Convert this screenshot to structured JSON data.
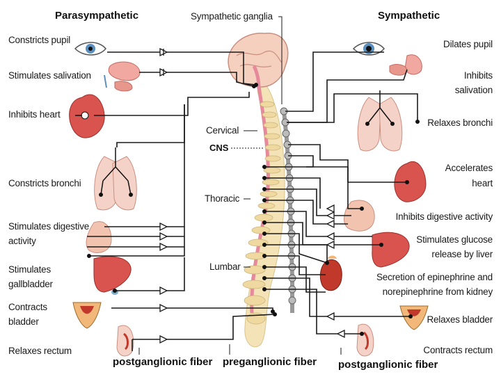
{
  "headers": {
    "left": "Parasympathetic",
    "center": "Sympathetic ganglia",
    "right": "Sympathetic"
  },
  "parasympathetic": [
    "Constricts pupil",
    "Stimulates salivation",
    "Inhibits heart",
    "Constricts bronchi",
    "Stimulates digestive",
    "activity",
    "Stimulates",
    "gallbladder",
    "Contracts",
    "bladder",
    "Relaxes rectum"
  ],
  "sympathetic": [
    "Dilates pupil",
    "Inhibits",
    "salivation",
    "Relaxes bronchi",
    "Accelerates",
    "heart",
    "Inhibits digestive activity",
    "Stimulates glucose",
    "release by liver",
    "Secretion of epinephrine and",
    "norepinephrine from kidney",
    "Relaxes bladder",
    "Contracts rectum"
  ],
  "spine": {
    "cervical": "Cervical",
    "cns": "CNS",
    "thoracic": "Thoracic",
    "lumbar": "Lumbar"
  },
  "fibers": {
    "post_left": "postganglionic fiber",
    "pre": "preganglionic fiber",
    "post_right": "postganglionic fiber"
  },
  "colors": {
    "nerve": "#1a1a1a",
    "spine": "#f2dfb0",
    "cord": "#e6899a",
    "organ": "#d9534f",
    "organ_light": "#f2b8a8"
  }
}
